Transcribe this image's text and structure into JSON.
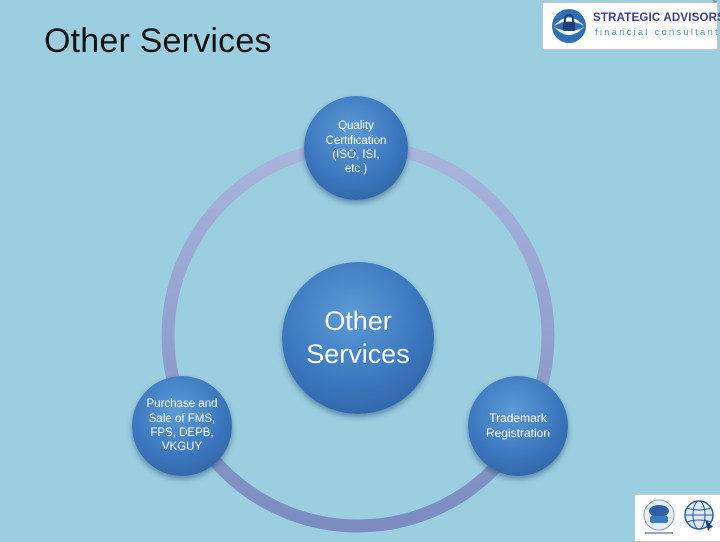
{
  "slide": {
    "title": "Other Services"
  },
  "logo": {
    "name": "STRATEGIC ADVISORS",
    "tagline": "financial consultants",
    "tm": "™"
  },
  "diagram": {
    "center": "Other\nServices",
    "nodes": [
      {
        "id": "top",
        "label": "Quality\nCertification\n(ISO, ISI,\netc.)"
      },
      {
        "id": "left",
        "label": "Purchase and\nSale of FMS,\nFPS, DEPB,\nVKGUY"
      },
      {
        "id": "right",
        "label": "Trademark\nRegistration"
      }
    ]
  },
  "colors": {
    "background": "#9bcfe0",
    "node_fill": "#3a76bd",
    "ring": "#8e9cc8",
    "title_text": "#111111"
  },
  "icons": [
    "strategic-advisors-emblem-icon",
    "accreditation-badge-icon",
    "globe-icon"
  ]
}
